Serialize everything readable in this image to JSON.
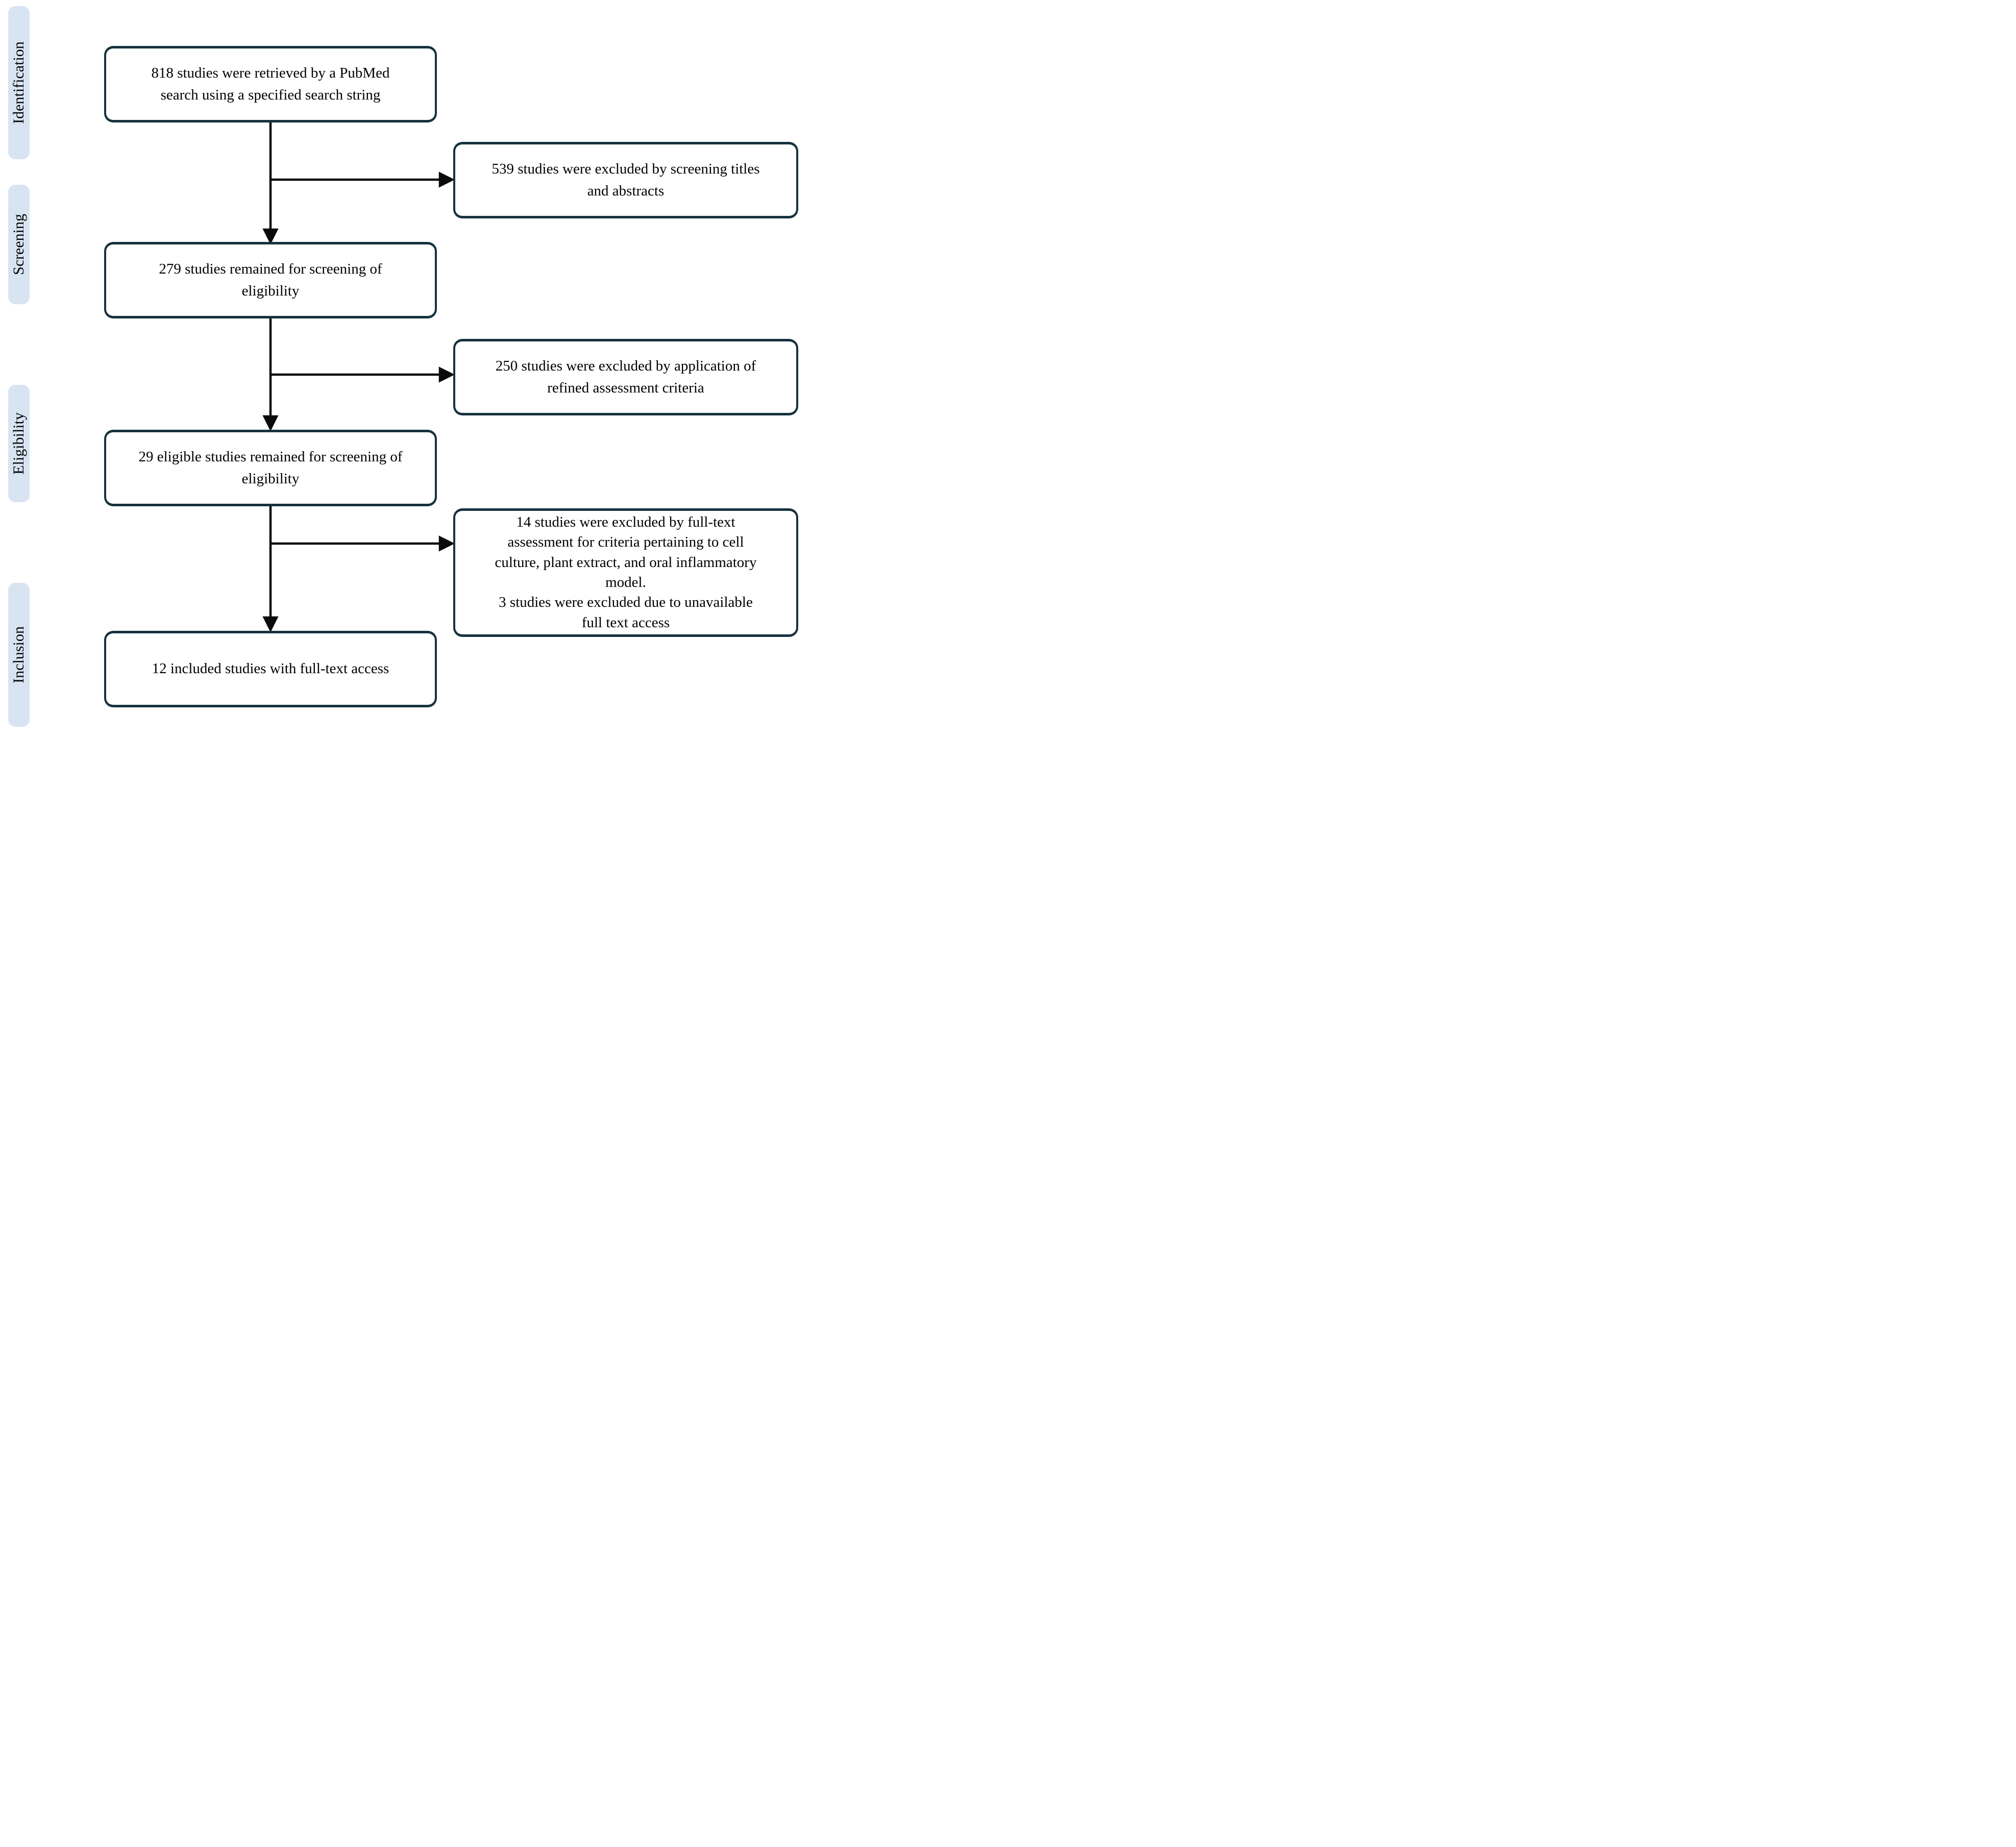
{
  "diagram": {
    "type": "prisma-flowchart",
    "stages": [
      {
        "label": "Identification"
      },
      {
        "label": "Screening"
      },
      {
        "label": "Eligibility"
      },
      {
        "label": "Inclusion"
      }
    ],
    "main_boxes": [
      {
        "text": "818 studies were retrieved by a PubMed\nsearch using a specified search string"
      },
      {
        "text": "279 studies remained for screening of\neligibility"
      },
      {
        "text": "29 eligible studies remained for screening of\neligibility"
      },
      {
        "text": "12 included studies with full-text access"
      }
    ],
    "exclusion_boxes": [
      {
        "text": "539 studies were excluded by screening titles\nand abstracts"
      },
      {
        "text": "250 studies were excluded by application of\nrefined assessment criteria"
      },
      {
        "text": "14 studies were excluded by full-text\nassessment for criteria pertaining to cell\nculture, plant extract, and oral inflammatory\nmodel.\n3 studies were excluded due to unavailable\nfull text access"
      }
    ],
    "counts": {
      "retrieved": 818,
      "excluded_title_abstract": 539,
      "remained_screening": 279,
      "excluded_refined_criteria": 250,
      "eligible": 29,
      "excluded_fulltext_criteria": 14,
      "excluded_no_fulltext": 3,
      "included": 12
    },
    "colors": {
      "box_border": "#16323f",
      "box_fill": "#ffffff",
      "stage_tab_fill": "#d8e4f2",
      "arrow": "#0b0b0b",
      "text": "#000000",
      "background": "#ffffff"
    }
  }
}
